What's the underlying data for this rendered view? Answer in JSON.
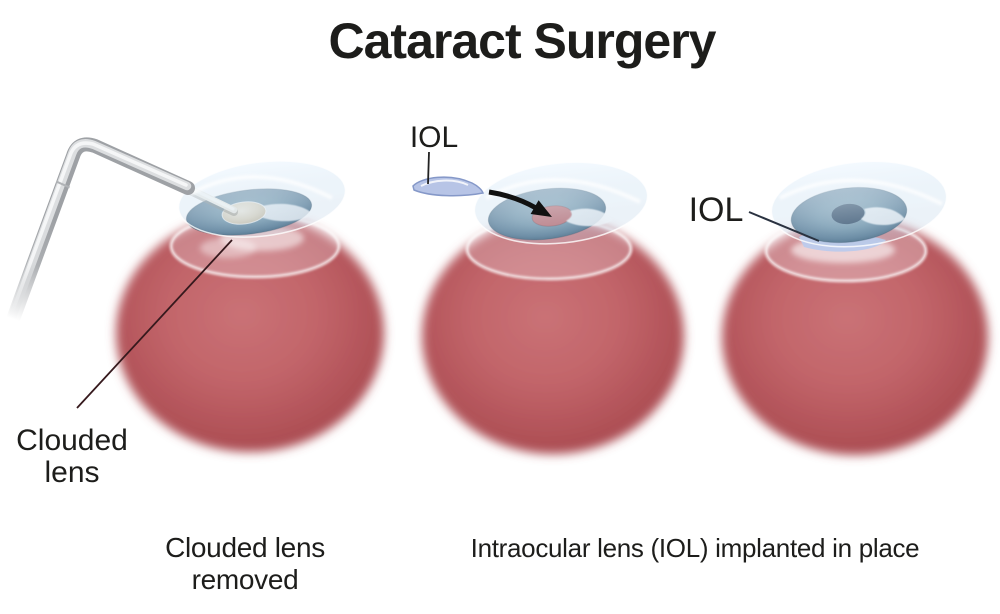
{
  "title": "Cataract Surgery",
  "panels": {
    "left": {
      "callout": {
        "line1": "Clouded",
        "line2": "lens"
      },
      "caption": {
        "line1": "Clouded lens",
        "line2": "removed"
      }
    },
    "middle": {
      "callout": "IOL"
    },
    "right": {
      "callout": "IOL"
    },
    "shared_caption": "Intraocular lens (IOL) implanted in place"
  },
  "colors": {
    "background": "#ffffff",
    "text": "#1d1d1b",
    "sclera_center": "#c66b6f",
    "sclera_edge": "#a7494e",
    "iris_center": "#7396aa",
    "iris_rim": "#3a5d74",
    "pupil_dark": "#2c4660",
    "pupil_open_pink": "#c06b6e",
    "clouded_lens": "#ded7c6",
    "iol_lens": "#b7c4e6",
    "iol_lens_edge": "#8598c8",
    "cornea": "#dceaf5",
    "probe_gray": "#9ea1a5",
    "arrow": "#111111"
  }
}
